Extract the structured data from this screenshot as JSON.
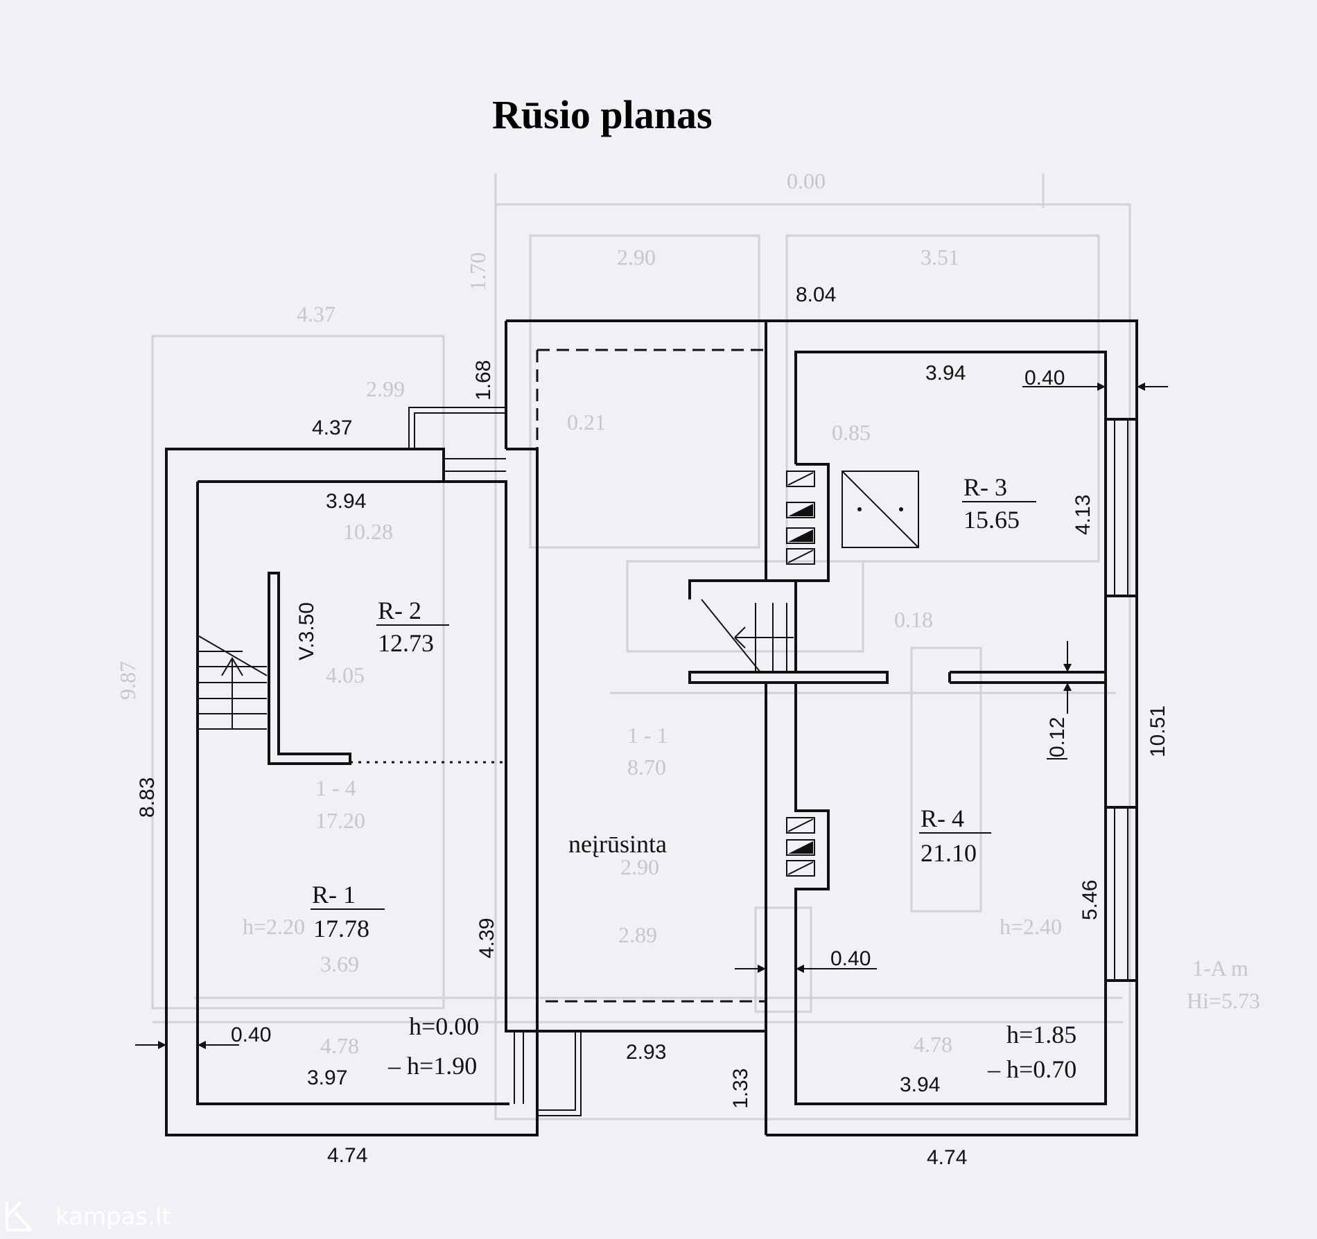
{
  "title": "Rūsio planas",
  "unbuilt_label": "neįrūsinta",
  "watermark": "kampas.lt",
  "rooms": [
    {
      "id": "R- 1",
      "area": "17.78"
    },
    {
      "id": "R- 2",
      "area": "12.73"
    },
    {
      "id": "R- 3",
      "area": "15.65"
    },
    {
      "id": "R- 4",
      "area": "21.10"
    }
  ],
  "dimensions": {
    "top_total": "8.04",
    "left_top": "4.37",
    "left_inner_top": "3.94",
    "stair_height": "1.68",
    "stair_v": "V.3.50",
    "left_height": "8.83",
    "left_inner_height": "4.39",
    "left_wall": "0.40",
    "left_inner_bottom": "3.97",
    "left_bottom": "4.74",
    "middle_bottom": "2.93",
    "right_top_inner": "3.94",
    "right_wall_top": "0.40",
    "right_r3_height": "4.13",
    "right_total_height": "10.51",
    "partition": "0.12",
    "right_r4_height": "5.46",
    "right_wall_mid": "0.40",
    "right_inner_bottom": "3.94",
    "right_bottom": "4.74",
    "right_step": "1.33"
  },
  "levels": {
    "left_h": "h=0.00",
    "left_neg_h": "– h=1.90",
    "right_h": "h=1.85",
    "right_neg_h": "– h=0.70"
  },
  "ghost_text": [
    "0.00",
    "2.90",
    "3.51",
    "4.37",
    "2.99",
    "0.21",
    "10.28",
    "4.05",
    "1 - 4",
    "17.20",
    "1 - 1",
    "8.70",
    "2.90",
    "3.69",
    "2.89",
    "4.78",
    "4.78",
    "h=2.20",
    "h=2.40",
    "1-A m",
    "Hi=5.73",
    "0.85",
    "0.18",
    "1.70",
    "9.87"
  ]
}
